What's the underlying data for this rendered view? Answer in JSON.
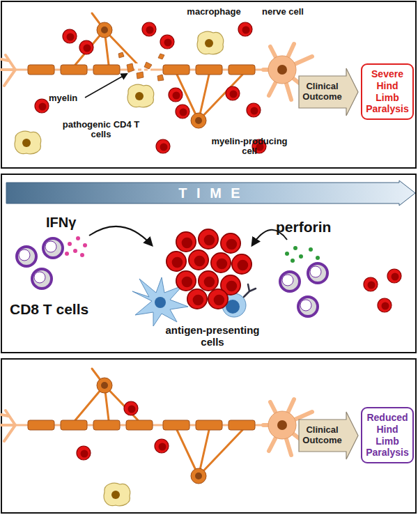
{
  "diagram": {
    "nodes": [
      {
        "text": [
          "Clinical Outcome"
        ]
      },
      {
        "text": [
          "Severe Hind Limb Paralysis"
        ]
      },
      {
        "text": [
          "T I M E"
        ]
      },
      {
        "text": [
          "Clinical Outcome"
        ]
      },
      {
        "text": [
          "Reduced Hind Limb Paralysis"
        ]
      }
    ],
    "labels": [
      "macrophage",
      "nerve cell",
      "myelin",
      "pathogenic CD4 T cells",
      "myelin-producing cell",
      "IFNγ",
      "perforin",
      "CD8 T cells",
      "antigen-presenting cells"
    ]
  }
}
